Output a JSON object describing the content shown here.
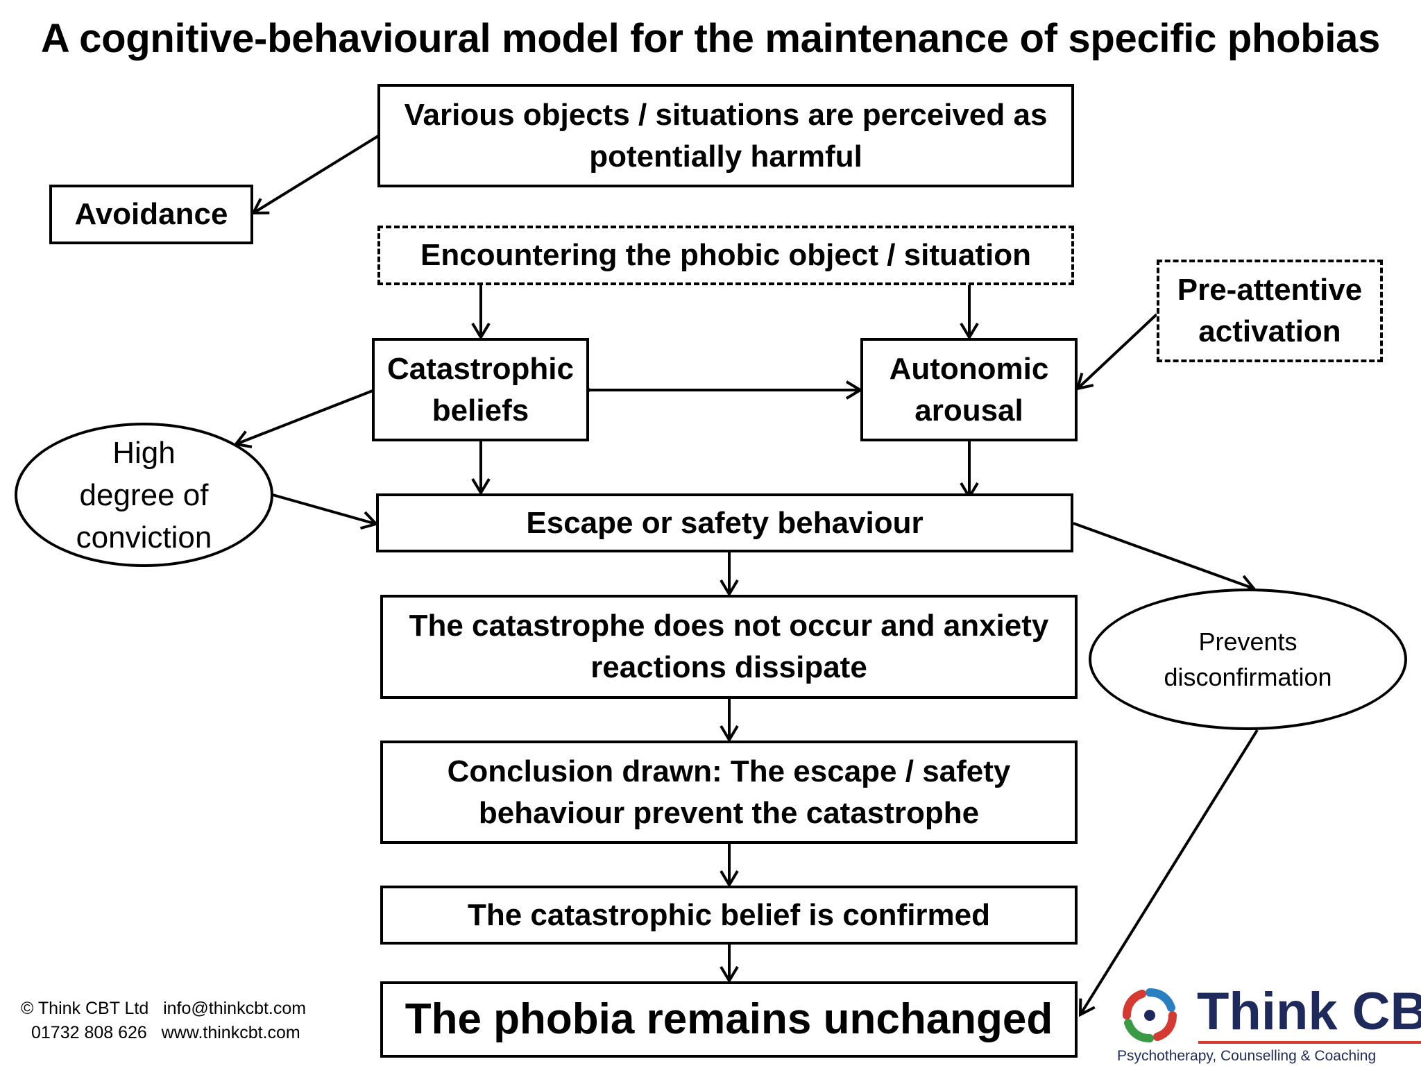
{
  "title": "A cognitive-behavioural model for the maintenance of specific phobias",
  "nodes": {
    "perceived_harmful": "Various objects / situations are perceived as potentially harmful",
    "avoidance": "Avoidance",
    "encountering": "Encountering the phobic object / situation",
    "pre_attentive": "Pre-attentive activation",
    "catastrophic_beliefs": "Catastrophic beliefs",
    "autonomic_arousal": "Autonomic arousal",
    "high_conviction": "High degree of conviction",
    "escape_safety": "Escape or safety behaviour",
    "prevents_disconfirmation": "Prevents disconfirmation",
    "catastrophe_not_occur": "The catastrophe does not occur and anxiety reactions dissipate",
    "conclusion_drawn": "Conclusion drawn: The escape / safety behaviour prevent the catastrophe",
    "belief_confirmed": "The catastrophic belief is confirmed",
    "phobia_unchanged": "The phobia remains unchanged"
  },
  "footer": {
    "line1": "© Think CBT Ltd   info@thinkcbt.com",
    "line2": "01732 808 626   www.thinkcbt.com"
  },
  "logo": {
    "name": "Think CBT",
    "tagline": "Psychotherapy, Counselling & Coaching",
    "icon": "swirl-logo-icon",
    "colors": {
      "navy": "#1f2a5c",
      "red": "#d43a32",
      "green": "#3a9a45",
      "blue": "#2a7fc0"
    }
  }
}
